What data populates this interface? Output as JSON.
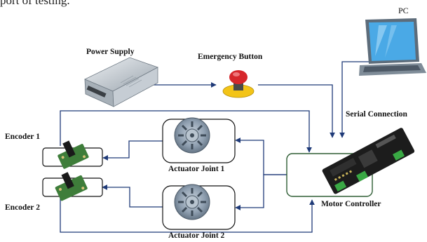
{
  "header": {
    "partial_text": "port of testing."
  },
  "labels": {
    "pc": "PC",
    "power_supply": "Power Supply",
    "emergency_button": "Emergency Button",
    "serial_connection": "Serial Connection",
    "encoder_1": "Encoder 1",
    "encoder_2": "Encoder 2",
    "actuator_joint_1": "Actuator Joint 1",
    "actuator_joint_2": "Actuator Joint 2",
    "motor_controller": "Motor Controller"
  },
  "colors": {
    "connector_line": "#1f3a78",
    "box_border": "#111111",
    "controller_box_border": "#2e5d34",
    "laptop_body": "#5d6c7a",
    "laptop_screen": "#4aa9e6",
    "actuator_metal": "#8f9fb0",
    "pcb_green": "#3e7d3a",
    "button_red": "#d6262b",
    "button_yellow": "#f3c417"
  },
  "icons": [
    "laptop-icon",
    "power-supply-icon",
    "emergency-button-icon",
    "motor-controller-board-icon",
    "encoder-board-icon",
    "actuator-motor-icon"
  ]
}
